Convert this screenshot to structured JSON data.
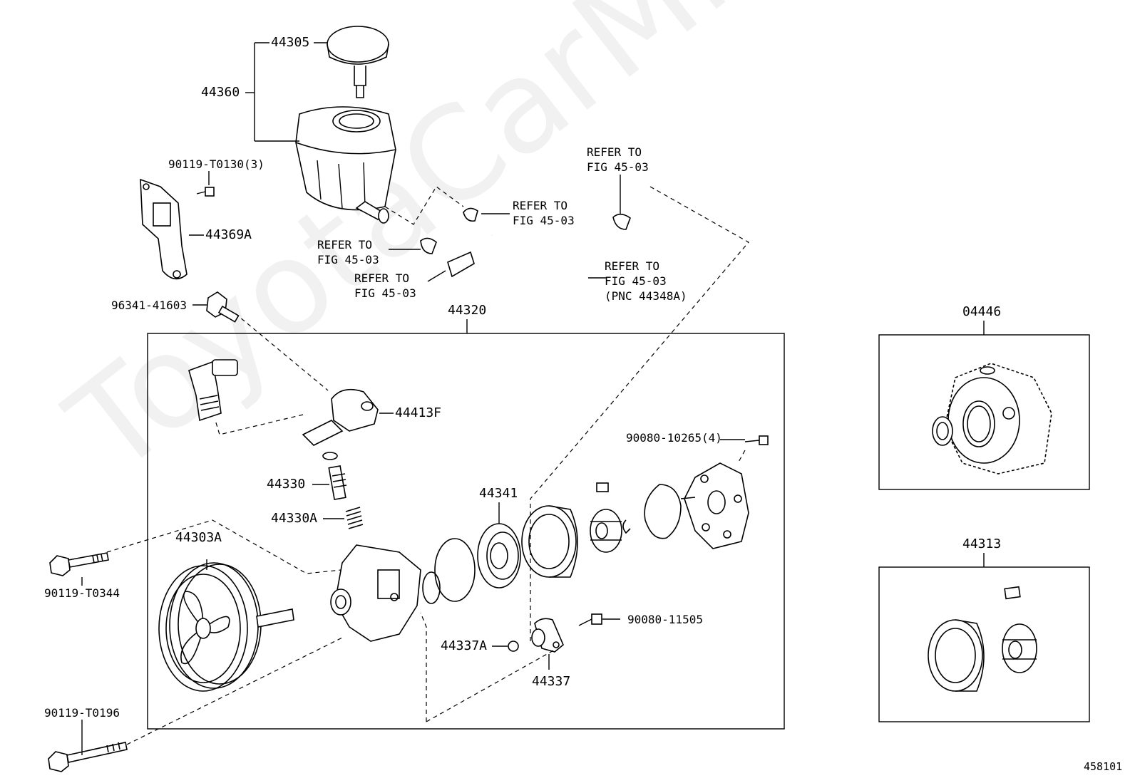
{
  "watermark": "ToyotaCarMine.ru",
  "figure_id": "458101",
  "refer_label": "REFER TO\nFIG 45-03",
  "refer_pnc_label": "REFER TO\nFIG 45-03\n(PNC 44348A)",
  "groups": {
    "main": "44320",
    "seal_kit": "04446",
    "cam_ring": "44313"
  },
  "parts": {
    "cap": "44305",
    "reservoir": "44360",
    "bolt_reservoir": "90119-T0130(3)",
    "bracket": "44369A",
    "bolt_union": "96341-41603",
    "union": "44413F",
    "valve": "44330",
    "spring": "44330A",
    "pulley": "44303A",
    "bolt_pump_a": "90119-T0344",
    "bolt_pump_b": "90119-T0196",
    "rotor_kit": "44341",
    "bolt_cover": "90080-10265(4)",
    "oring_outlet": "44337A",
    "outlet": "44337",
    "bolt_outlet": "90080-11505"
  }
}
